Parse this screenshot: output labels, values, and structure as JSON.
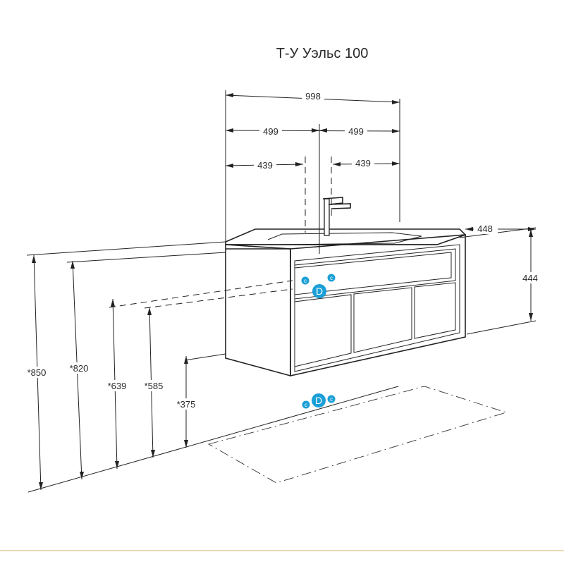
{
  "title": "Т-У Уэльс 100",
  "dimensions": {
    "total_width": "998",
    "half_left": "499",
    "half_right": "499",
    "pipe_left": "439",
    "pipe_right": "439",
    "depth": "448",
    "height": "444",
    "h850": "*850",
    "h820": "*820",
    "h639": "*639",
    "h585": "*585",
    "h375": "*375"
  },
  "connectors": {
    "cold_label": "c",
    "drain_label": "D"
  },
  "colors": {
    "line": "#222222",
    "connector": "#1a9fd6",
    "footer": "#c9b36a"
  }
}
